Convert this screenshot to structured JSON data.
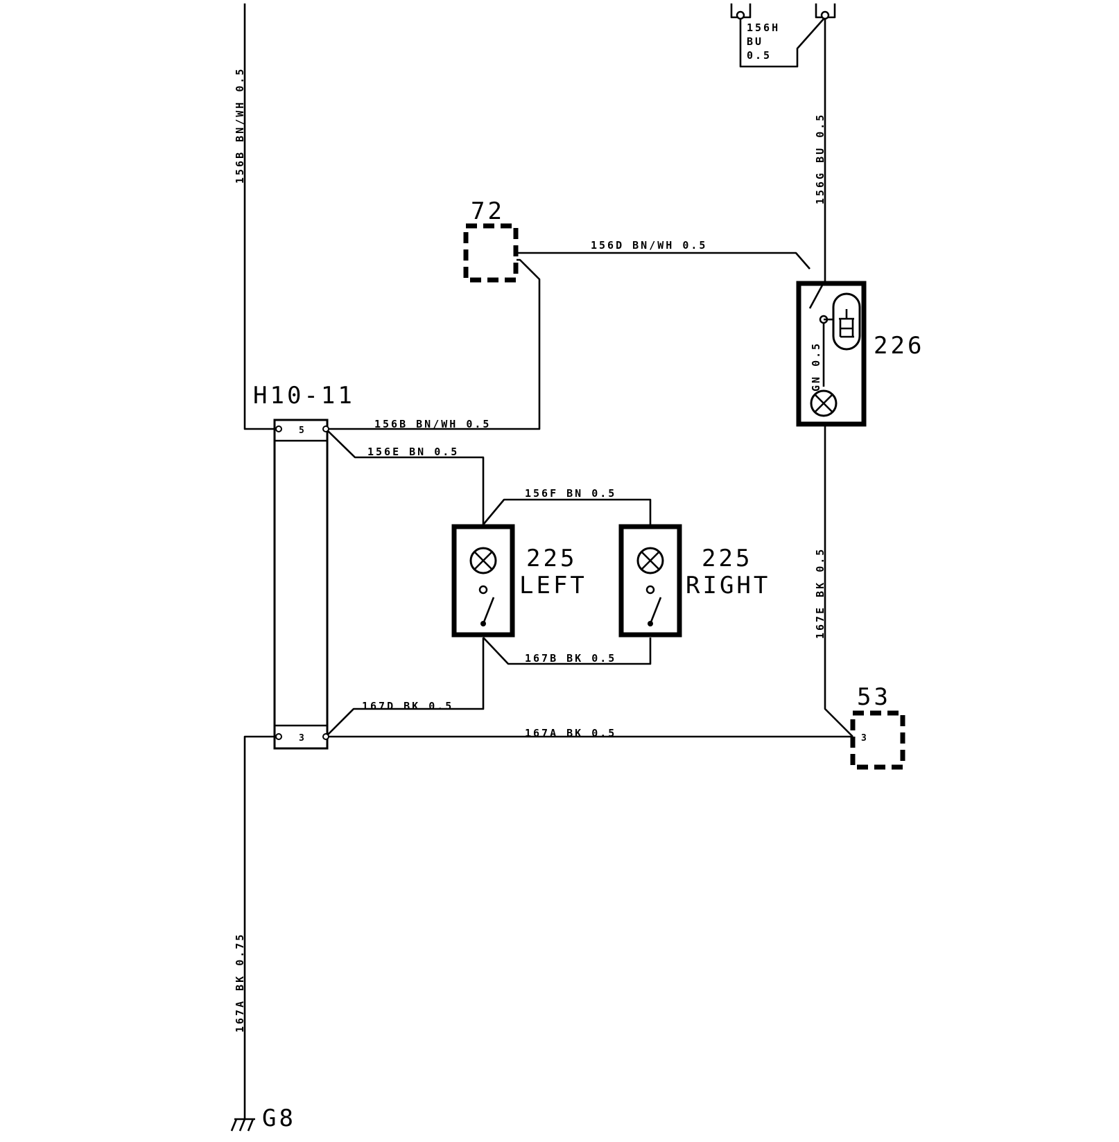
{
  "components": {
    "c72": "72",
    "c226": "226",
    "h1011": "H10-11",
    "c225_left_num": "225",
    "c225_left_name": "LEFT",
    "c225_right_num": "225",
    "c225_right_name": "RIGHT",
    "c53": "53",
    "g8": "G8"
  },
  "pins": {
    "h_top": "5",
    "h_bottom": "3",
    "c53_pin": "3"
  },
  "wires": {
    "w156b_vertical": "156B BN/WH 0.5",
    "w156h_1": "156H",
    "w156h_2": "BU",
    "w156h_3": "0.5",
    "w156g": "156G BU 0.5",
    "w156d": "156D BN/WH 0.5",
    "w_gn": "GN 0.5",
    "w156b_horizontal": "156B BN/WH 0.5",
    "w156e": "156E BN 0.5",
    "w156f": "156F BN 0.5",
    "w167e": "167E BK 0.5",
    "w167b": "167B BK 0.5",
    "w167d": "167D BK 0.5",
    "w167a_horizontal": "167A BK 0.5",
    "w167a_vertical": "167A BK 0.75"
  }
}
